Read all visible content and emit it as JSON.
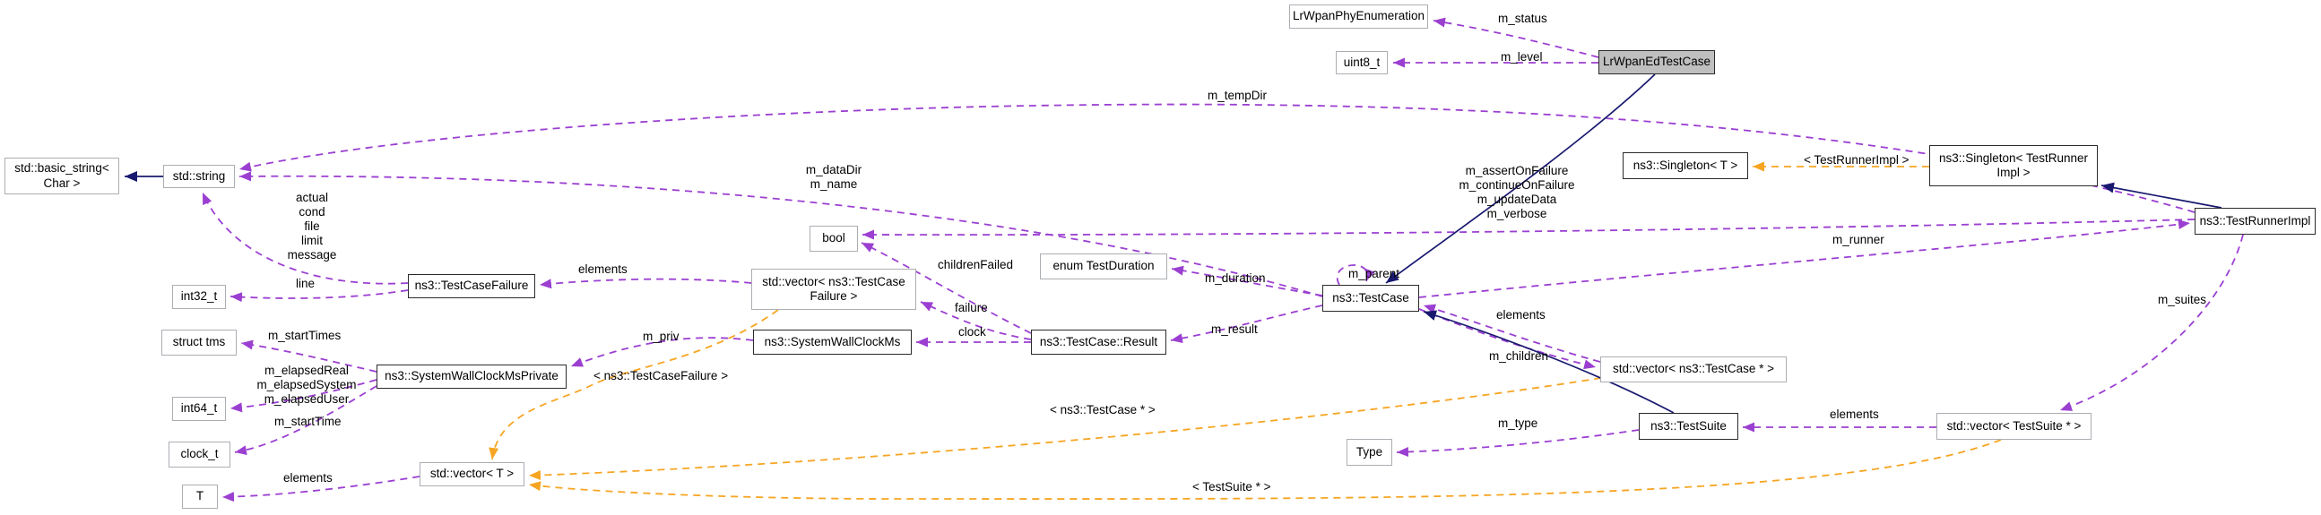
{
  "diagram": {
    "kind": "doxygen-collaboration-graph",
    "subject": "LrWpanEdTestCase",
    "nodes": [
      {
        "label": "LrWpanPhyEnumeration"
      },
      {
        "label": "uint8_t"
      },
      {
        "label": "LrWpanEdTestCase"
      },
      {
        "label": "std::basic_string<\nChar >"
      },
      {
        "label": "std::string"
      },
      {
        "label": "int32_t"
      },
      {
        "label": "ns3::TestCaseFailure"
      },
      {
        "label": "struct tms"
      },
      {
        "label": "ns3::SystemWallClockMsPrivate"
      },
      {
        "label": "int64_t"
      },
      {
        "label": "clock_t"
      },
      {
        "label": "T"
      },
      {
        "label": "std::vector< T >"
      },
      {
        "label": "std::vector< ns3::TestCase\nFailure >"
      },
      {
        "label": "ns3::SystemWallClockMs"
      },
      {
        "label": "bool"
      },
      {
        "label": "enum TestDuration"
      },
      {
        "label": "ns3::TestCase::Result"
      },
      {
        "label": "ns3::TestCase"
      },
      {
        "label": "ns3::Singleton< T >"
      },
      {
        "label": "ns3::Singleton< TestRunner\nImpl >"
      },
      {
        "label": "ns3::TestRunnerImpl"
      },
      {
        "label": "std::vector< ns3::TestCase * >"
      },
      {
        "label": "ns3::TestSuite"
      },
      {
        "label": "Type"
      },
      {
        "label": "std::vector< TestSuite * >"
      }
    ],
    "labels": [
      {
        "text": "m_status"
      },
      {
        "text": "m_level"
      },
      {
        "text": "m_tempDir"
      },
      {
        "text": "m_dataDir\nm_name"
      },
      {
        "text": "actual\ncond\nfile\nlimit\nmessage"
      },
      {
        "text": "line"
      },
      {
        "text": "elements"
      },
      {
        "text": "m_startTimes"
      },
      {
        "text": "m_elapsedReal\nm_elapsedSystem\nm_elapsedUser"
      },
      {
        "text": "m_startTime"
      },
      {
        "text": "elements"
      },
      {
        "text": "m_priv"
      },
      {
        "text": "< ns3::TestCaseFailure >"
      },
      {
        "text": "childrenFailed"
      },
      {
        "text": "failure"
      },
      {
        "text": "clock"
      },
      {
        "text": "m_result"
      },
      {
        "text": "m_duration"
      },
      {
        "text": "m_parent"
      },
      {
        "text": "m_assertOnFailure\nm_continueOnFailure\nm_updateData\nm_verbose"
      },
      {
        "text": "< TestRunnerImpl >"
      },
      {
        "text": "m_runner"
      },
      {
        "text": "m_suites"
      },
      {
        "text": "elements"
      },
      {
        "text": "m_children"
      },
      {
        "text": "elements"
      },
      {
        "text": "m_type"
      },
      {
        "text": "< ns3::TestCase * >"
      },
      {
        "text": "< TestSuite * >"
      }
    ],
    "colors": {
      "usage_edge": "#9b3fd1",
      "template_edge": "#f6a522",
      "inheritance_edge": "#191970",
      "subject_fill": "#bfbfbf",
      "plain_border": "#abaeb3",
      "bold_border": "#2b2b2b",
      "background": "#ffffff"
    }
  }
}
